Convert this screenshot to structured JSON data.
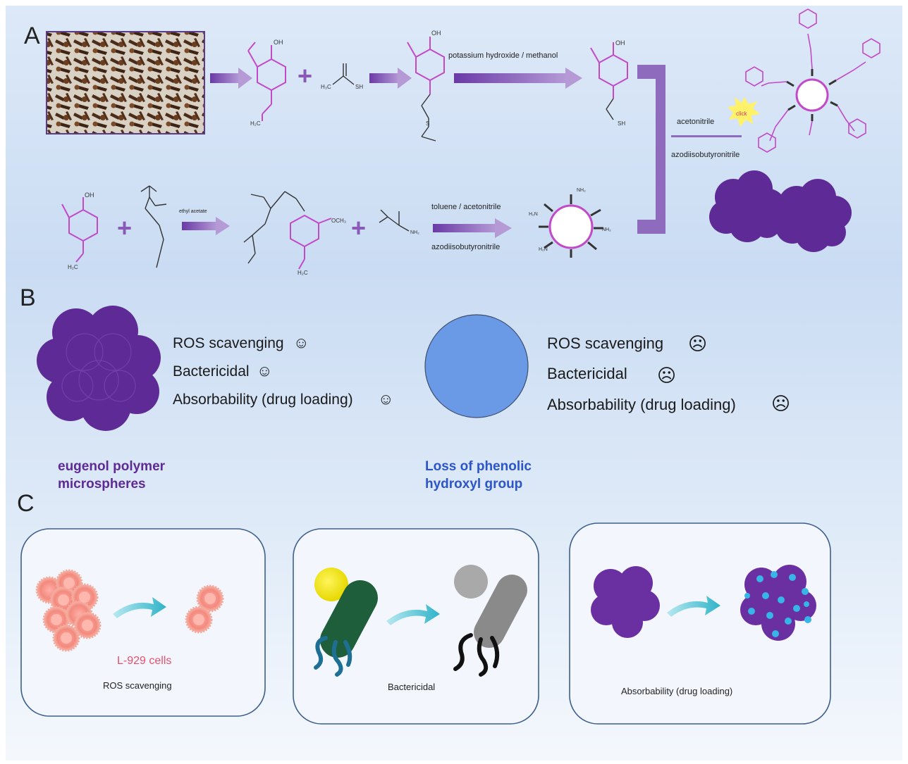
{
  "panel_a": {
    "label": "A",
    "koh_methanol": "potassium hydroxide / methanol",
    "acetonitrile": "acetonitrile",
    "azo_right": "azodiisobutyronitrile",
    "ethyl_acetate": "ethyl acetate",
    "toluene_acetonitrile": "toluene / acetonitrile",
    "azo_bottom": "azodiisobutyronitrile",
    "click": "click"
  },
  "panel_b": {
    "label": "B",
    "left_props": [
      "ROS scavenging",
      "Bactericidal",
      "Absorbability (drug loading)"
    ],
    "right_props": [
      "ROS scavenging",
      "Bactericidal",
      "Absorbability (drug loading)"
    ],
    "smile": "☺",
    "frown": "☹",
    "caption_left": [
      "eugenol polymer",
      "microspheres"
    ],
    "caption_right": [
      "Loss of phenolic",
      "hydroxyl group"
    ],
    "colors": {
      "purple": "#5e2a96",
      "blue_sphere": "#6a9ae6",
      "blue_text": "#2b55c8"
    }
  },
  "panel_c": {
    "label": "C",
    "box1_caption": "ROS scavenging",
    "box1_cells": "L-929 cells",
    "box2_caption": "Bactericidal",
    "box3_caption": "Absorbability (drug loading)"
  }
}
